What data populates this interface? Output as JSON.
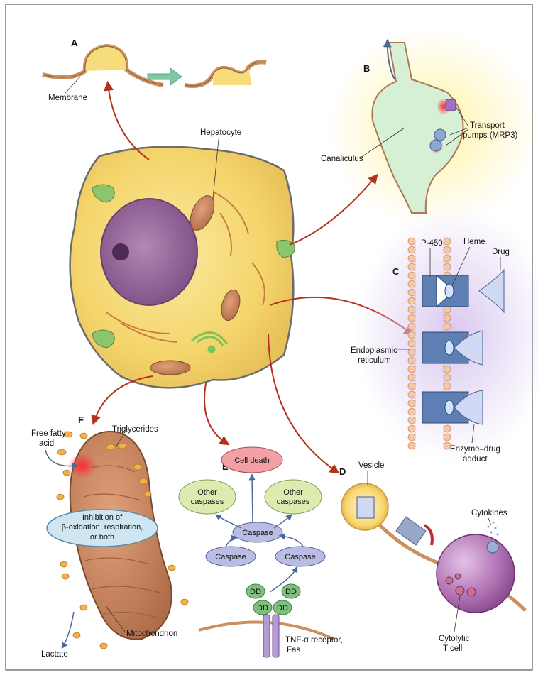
{
  "panels": {
    "a": "A",
    "b": "B",
    "c": "C",
    "d": "D",
    "e": "E",
    "f": "F"
  },
  "labels": {
    "membrane": "Membrane",
    "hepatocyte": "Hepatocyte",
    "canaliculus": "Canaliculus",
    "transport_line1": "Transport",
    "transport_line2": "pumps (MRP3)",
    "p450": "P-450",
    "heme": "Heme",
    "drug": "Drug",
    "er_line1": "Endoplasmic",
    "er_line2": "reticulum",
    "adduct_line1": "Enzyme–drug",
    "adduct_line2": "adduct",
    "vesicle": "Vesicle",
    "cytokines": "Cytokines",
    "tcell_line1": "Cytolytic",
    "tcell_line2": "T cell",
    "ffa_line1": "Free fatty",
    "ffa_line2": "acid",
    "triglycerides": "Triglycerides",
    "inhibition_line1": "Inhibition of",
    "inhibition_line2": "β-oxidation, respiration,",
    "inhibition_line3": "or both",
    "mitochondrion": "Mitochondrion",
    "lactate": "Lactate",
    "tnf_line1": "TNF-α receptor,",
    "tnf_line2": "Fas"
  },
  "apoptosis": {
    "cell_death": "Cell death",
    "other_caspases_line1": "Other",
    "other_caspases_line2": "caspases",
    "caspase": "Caspase",
    "dd": "DD"
  },
  "colors": {
    "arrow": "#b5301f",
    "cytoplasm": "#f6dc7a",
    "nucleus": "#9c6a9c",
    "mitochondrion": "#c98a63",
    "enzyme": "#5d7fb3",
    "caspase_node": "#b9bde3",
    "other_caspase_node": "#dcebb0",
    "cell_death_node": "#f2a0a6",
    "dd_node": "#7fbf7f",
    "tcell": "#a05aa5"
  }
}
